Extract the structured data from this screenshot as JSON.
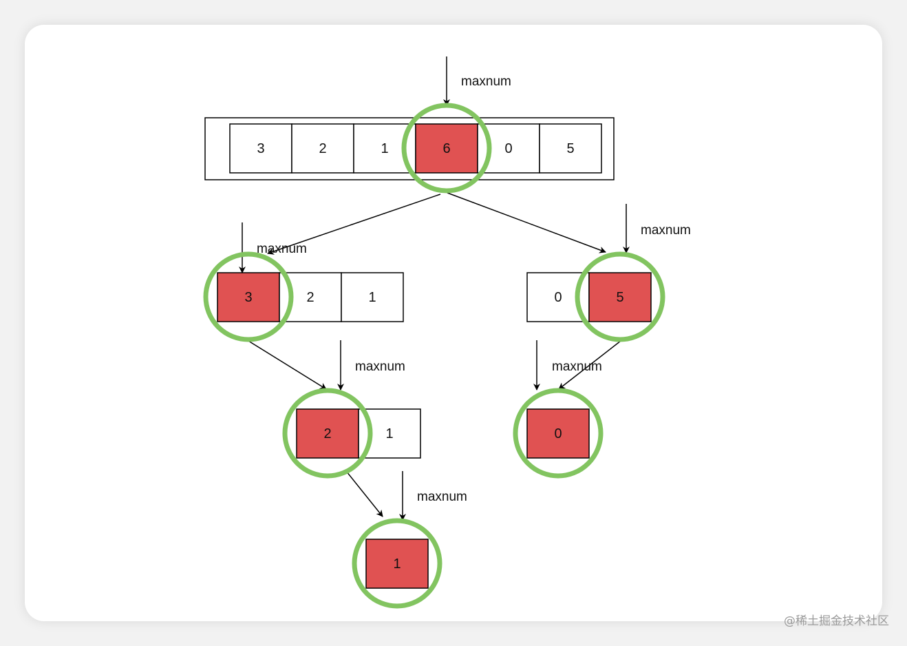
{
  "colors": {
    "highlight_fill": "#e05252",
    "ring": "#82c460",
    "stroke": "#000000",
    "background": "#ffffff"
  },
  "pointer_label": "maxnum",
  "watermark": "@稀土掘金技术社区",
  "arrays": [
    {
      "id": "root",
      "values": [
        "3",
        "2",
        "1",
        "6",
        "0",
        "5"
      ],
      "max_index": 3
    },
    {
      "id": "left",
      "values": [
        "3",
        "2",
        "1"
      ],
      "max_index": 0
    },
    {
      "id": "right",
      "values": [
        "0",
        "5"
      ],
      "max_index": 1
    },
    {
      "id": "left-left",
      "values": [
        "2",
        "1"
      ],
      "max_index": 0
    },
    {
      "id": "right-left",
      "values": [
        "0"
      ],
      "max_index": 0
    },
    {
      "id": "left-left-left",
      "values": [
        "1"
      ],
      "max_index": 0
    }
  ],
  "edges": [
    {
      "from": "root",
      "to": "left"
    },
    {
      "from": "root",
      "to": "right"
    },
    {
      "from": "left",
      "to": "left-left"
    },
    {
      "from": "right",
      "to": "right-left"
    },
    {
      "from": "left-left",
      "to": "left-left-left"
    }
  ]
}
